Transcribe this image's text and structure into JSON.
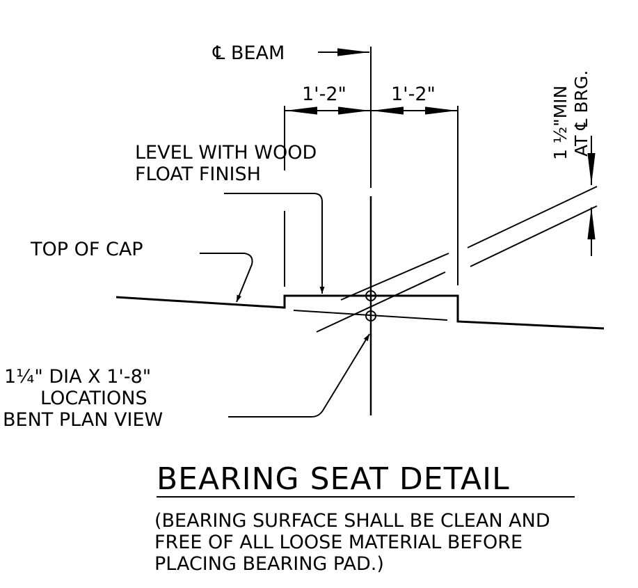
{
  "labels": {
    "cl_beam": "℄ BEAM",
    "dim_left": "1'-2\"",
    "dim_right": "1'-2\"",
    "level_line1": "LEVEL WITH WOOD",
    "level_line2": "FLOAT FINISH",
    "top_of_cap": "TOP OF CAP",
    "dowel_line1": "1¼\" DIA X 1'-8\"",
    "dowel_line2": "LOCATIONS",
    "dowel_line3": "BENT PLAN VIEW",
    "min_line1": "1 ½\"MIN",
    "min_line2": "AT ℄ BRG."
  },
  "title": {
    "text": "BEARING SEAT DETAIL",
    "note_line1": "(BEARING SURFACE SHALL BE CLEAN AND",
    "note_line2": "FREE OF ALL LOOSE MATERIAL BEFORE",
    "note_line3": "PLACING BEARING PAD.)"
  }
}
